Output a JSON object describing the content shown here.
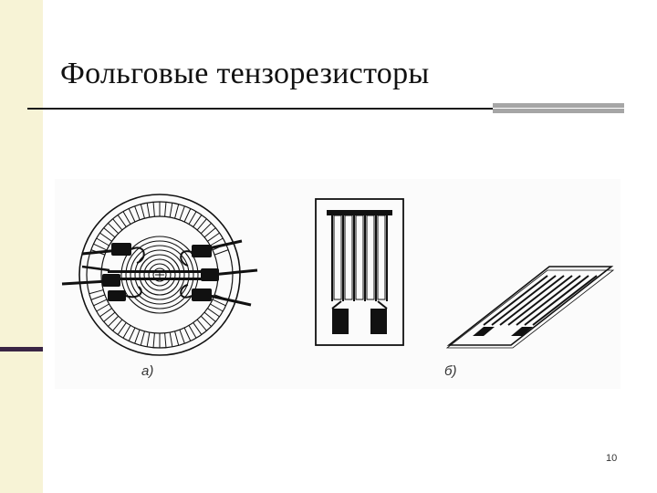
{
  "slide": {
    "title": "Фольговые тензорезисторы",
    "page_number": "10"
  },
  "figure": {
    "caption_a": "а)",
    "caption_b": "б)"
  },
  "colors": {
    "left_band": "#f7f3d6",
    "left_accent": "#3a2544",
    "title_rule": "#1a1a1a",
    "title_rule_accent": "#a6a6a6"
  }
}
